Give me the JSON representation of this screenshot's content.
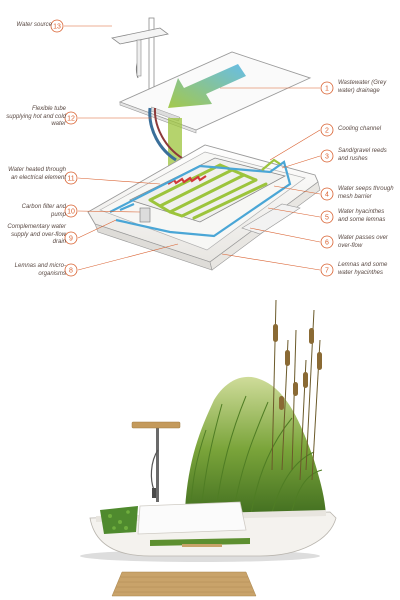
{
  "callouts": [
    {
      "n": "13",
      "text": "Water source"
    },
    {
      "n": "12",
      "text": "Flexible tube supplying hot and cold water"
    },
    {
      "n": "11",
      "text": "Water heated through an electrical element"
    },
    {
      "n": "10",
      "text": "Carbon filter and pump"
    },
    {
      "n": "9",
      "text": "Complementary water supply and over-flow drain"
    },
    {
      "n": "8",
      "text": "Lemnas and micro-organisms"
    },
    {
      "n": "1",
      "text": "Wastewater (Grey water) drainage"
    },
    {
      "n": "2",
      "text": "Cooling channel"
    },
    {
      "n": "3",
      "text": "Sand/gravel reeds and rushes"
    },
    {
      "n": "4",
      "text": "Water seeps through mesh barrier"
    },
    {
      "n": "5",
      "text": "Water hyacinthes and some lemnas"
    },
    {
      "n": "6",
      "text": "Water passes over over-flow"
    },
    {
      "n": "7",
      "text": "Lemnas and some water hyacinthes"
    }
  ],
  "colors": {
    "callout": "#d9602f",
    "water_blue": "#4aa6d6",
    "flow_green": "#9cc43c",
    "heater_red": "#d13a3a",
    "reed_green": "#5f8f2a"
  }
}
